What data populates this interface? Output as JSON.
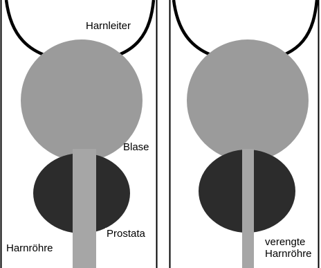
{
  "panels": [
    {
      "id": "normal",
      "labels": {
        "ureter": "Harnleiter",
        "bladder": "Blase",
        "prostate": "Prostata",
        "urethra": "Harnröhre"
      }
    },
    {
      "id": "narrowed",
      "labels": {
        "urethra": "verengte Harnröhre"
      }
    }
  ],
  "colors": {
    "bladder": "#9b9b9b",
    "urethra": "#a6a6a6",
    "prostate": "#2c2c2c",
    "outline": "#000000",
    "background": "#ffffff"
  }
}
